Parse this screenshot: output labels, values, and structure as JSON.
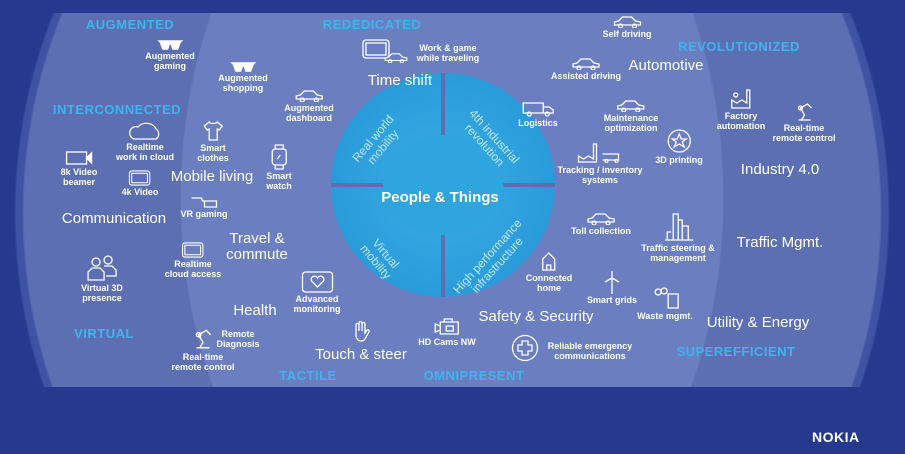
{
  "headings": {
    "augmented": "AUGMENTED",
    "rededicated": "REDEDICATED",
    "revolutionized": "REVOLUTIONIZED",
    "interconnected": "INTERCONNECTED",
    "virtual": "VIRTUAL",
    "tactile": "TACTILE",
    "omnipresent": "OMNIPRESENT",
    "superefficient": "SUPEREFFICIENT"
  },
  "center": "People & Things",
  "quadrants": {
    "q1": [
      "Real world",
      "mobility"
    ],
    "q2": [
      "4th industrial",
      "revolution"
    ],
    "q3": [
      "Virtual",
      "mobility"
    ],
    "q4": [
      "High performance",
      "infrastructure"
    ]
  },
  "categories": {
    "time_shift": "Time shift",
    "automotive": "Automotive",
    "mobile_living": "Mobile living",
    "industry": "Industry 4.0",
    "communication": "Communication",
    "travel": [
      "Travel &",
      "commute"
    ],
    "traffic": "Traffic Mgmt.",
    "health": "Health",
    "safety": "Safety & Security",
    "utility": "Utility & Energy",
    "touch": "Touch & steer"
  },
  "items": {
    "aug_gaming": [
      "Augmented",
      "gaming"
    ],
    "aug_shopping": [
      "Augmented",
      "shopping"
    ],
    "aug_dashboard": [
      "Augmented",
      "dashboard"
    ],
    "work_game": [
      "Work & game",
      "while traveling"
    ],
    "self_driving": "Self driving",
    "assisted": "Assisted driving",
    "logistics": "Logistics",
    "maintenance": [
      "Maintenance",
      "optimization"
    ],
    "factory": [
      "Factory",
      "automation"
    ],
    "rt_remote_1": [
      "Real-time",
      "remote control"
    ],
    "rt_cloud": [
      "Realtime",
      "work in cloud"
    ],
    "smart_clothes": [
      "Smart",
      "clothes"
    ],
    "smart_watch": [
      "Smart",
      "watch"
    ],
    "video8k": [
      "8k Video",
      "beamer"
    ],
    "video4k": "4k Video",
    "printing": "3D printing",
    "tracking": [
      "Tracking / inventory",
      "systems"
    ],
    "vr": "VR gaming",
    "toll": "Toll collection",
    "traffic_steering": [
      "Traffic steering &",
      "management"
    ],
    "cloud_access": [
      "Realtime",
      "cloud access"
    ],
    "presence": [
      "Virtual 3D",
      "presence"
    ],
    "home": [
      "Connected",
      "home"
    ],
    "grids": "Smart grids",
    "waste": "Waste mgmt.",
    "monitoring": [
      "Advanced",
      "monitoring"
    ],
    "diagnosis": [
      "Remote",
      "Diagnosis"
    ],
    "rt_remote_2": [
      "Real-time",
      "remote control"
    ],
    "hdcams": "HD Cams NW",
    "emergency": [
      "Reliable emergency",
      "communications"
    ]
  },
  "logo": "NOKIA"
}
